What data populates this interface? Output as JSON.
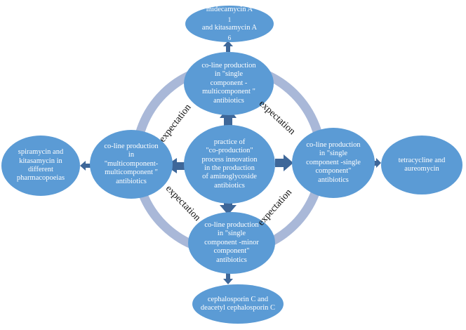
{
  "colors": {
    "node_fill": "#5B9BD5",
    "node_text": "#FFFFFF",
    "ring": "#A9B8D8",
    "arrow": "#3E6799",
    "label_text": "#111111"
  },
  "nodes": {
    "center": {
      "text": "practice of\n\"co-production\"\nprocess innovation\nin the production\nof aminoglycoside\nantibiotics"
    },
    "top": {
      "text": "co-line production\nin \"single\ncomponent -\nmulticomponent \"\nantibiotics"
    },
    "left": {
      "text": "co-line production\nin\n\"multicomponent-\nmulticomponent \"\nantibiotics"
    },
    "right": {
      "text": "co-line production\nin \"single\ncomponent -single\ncomponent\"\nantibiotics"
    },
    "bottom": {
      "text": "co-line production\nin \"single\ncomponent -minor\ncomponent\"\nantibiotics"
    },
    "top_outer": {
      "line1": "midecamycin  A",
      "line1_sub": "1",
      "line2": "and kitasamycin  A",
      "line2_sub": "6"
    },
    "left_outer": {
      "text": "spiramycin and\nkitasamycin in\ndifferent\npharmacopoeias"
    },
    "right_outer": {
      "text": "tetracycline and\naureomycin"
    },
    "bottom_outer": {
      "text": "cephalosporin C and\ndeacetyl cephalosporin C"
    }
  },
  "labels": {
    "top_left": "expectation",
    "top_right": "expectation",
    "bottom_left": "expectation",
    "bottom_right": "expectation"
  }
}
